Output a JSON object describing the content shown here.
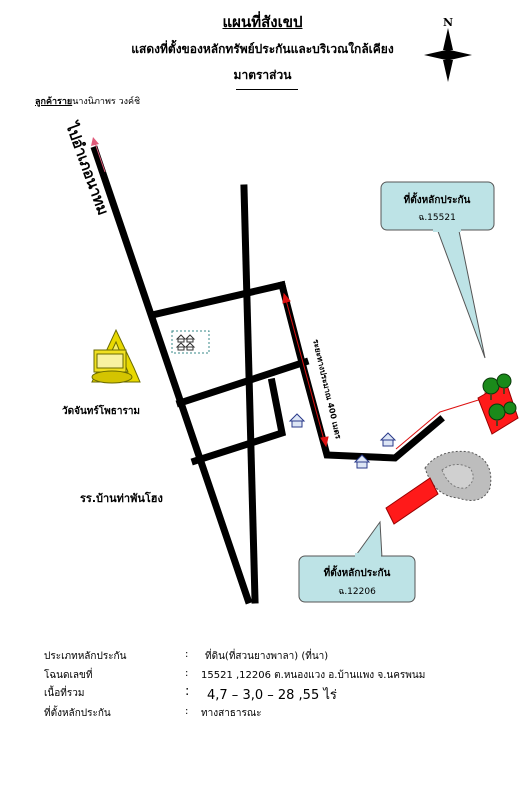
{
  "title": "แผนที่สังเขป",
  "subtitle": "แสดงที่ตั้งของหลักทรัพย์ประกันและบริเวณใกล้เคียง",
  "scale": "มาตราส่วน",
  "north_label": "N",
  "client": {
    "label": "ลูกค้าราย",
    "name": "นางนิภาพร วงค์ชิ"
  },
  "map": {
    "road_to_district": "ไปอำเภอนาทม",
    "temple": "วัดจันทร์โพธาราม",
    "school": "รร.บ้านท่าพันโฮง",
    "distance_label": "ระยะทางประมาณ 400 เมตร",
    "collateral_1": {
      "label": "ที่ตั้งหลักประกัน",
      "deed": "ฉ.15521"
    },
    "collateral_2": {
      "label": "ที่ตั้งหลักประกัน",
      "deed": "ฉ.12206"
    }
  },
  "details": [
    {
      "label": "ประเภทหลักประกัน",
      "colon": ":",
      "value": "ที่ดิน(ที่สวนยางพาลา) (ที่นา)"
    },
    {
      "label": "โฉนดเลขที่",
      "colon": ":",
      "value": "15521 ,12206  ต.หนองแวง   อ.บ้านแพง   จ.นครพนม"
    },
    {
      "label": "เนื้อที่รวม",
      "colon": ":",
      "value": "4,7  – 3,0  – 28 ,55  ไร่"
    },
    {
      "label": "ที่ตั้งหลักประกัน",
      "colon": ":",
      "value": "ทางสาธารณะ"
    }
  ],
  "colors": {
    "road": "#000000",
    "callout_fill": "#bde3e6",
    "plot_red": "#ff0000",
    "tree": "#1a8a1a",
    "temple_yellow": "#e8d800"
  }
}
